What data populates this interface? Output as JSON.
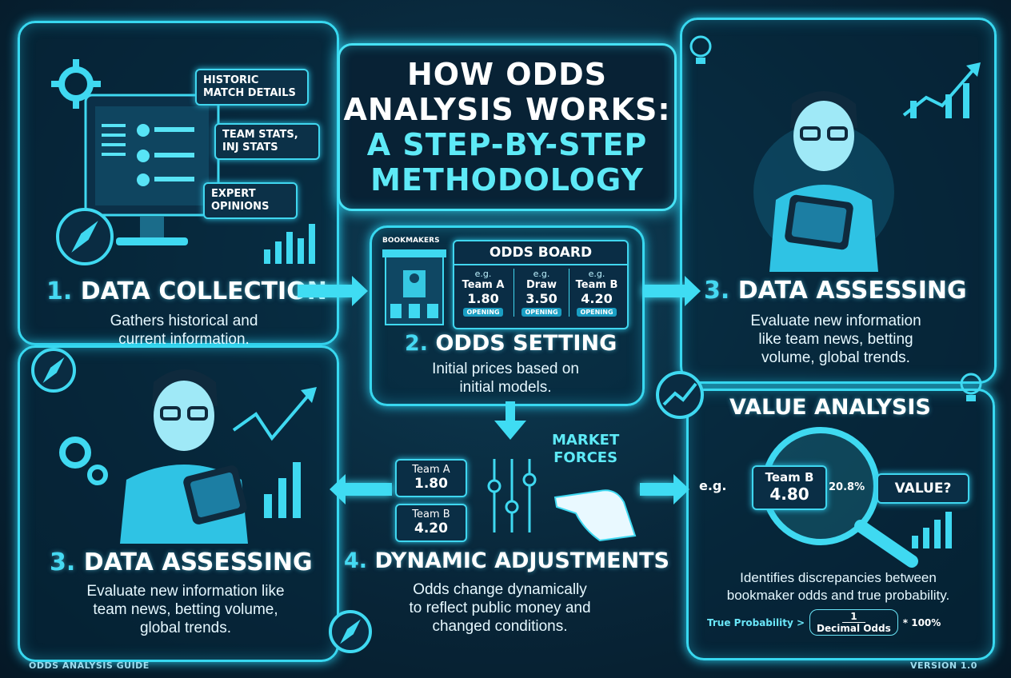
{
  "title": {
    "line1": "HOW ODDS",
    "line2": "ANALYSIS WORKS:",
    "line3": "A STEP-BY-STEP",
    "line4": "METHODOLOGY"
  },
  "step1": {
    "num": "1.",
    "heading": "DATA COLLECTION",
    "desc1": "Gathers historical and",
    "desc2": "current information.",
    "bubbles": [
      "HISTORIC MATCH DETAILS",
      "TEAM STATS, INJ STATS",
      "EXPERT OPINIONS"
    ]
  },
  "step2": {
    "num": "2.",
    "heading": "ODDS SETTING",
    "desc1": "Initial prices based on",
    "desc2": "initial models.",
    "board_label": "BOOKMAKERS",
    "board_title": "ODDS BOARD",
    "cells": [
      {
        "eg": "e.g.",
        "team": "Team A",
        "value": "1.80",
        "tag": "OPENING"
      },
      {
        "eg": "e.g.",
        "team": "Draw",
        "value": "3.50",
        "tag": "OPENING"
      },
      {
        "eg": "e.g.",
        "team": "Team B",
        "value": "4.20",
        "tag": "OPENING"
      }
    ]
  },
  "step3_right": {
    "num": "3.",
    "heading": "DATA ASSESSING",
    "desc1": "Evaluate new information",
    "desc2": "like team news, betting",
    "desc3": "volume, global trends."
  },
  "step3_left": {
    "num": "3.",
    "heading": "DATA ASSESSING",
    "desc1": "Evaluate new information like",
    "desc2": "team news, betting volume,",
    "desc3": "global trends."
  },
  "step4": {
    "num": "4.",
    "heading": "DYNAMIC ADJUSTMENTS",
    "desc1": "Odds change dynamically",
    "desc2": "to reflect public money and",
    "desc3": "changed conditions.",
    "market_forces1": "MARKET",
    "market_forces2": "FORCES",
    "chips": [
      {
        "team": "Team A",
        "value": "1.80"
      },
      {
        "team": "Team B",
        "value": "4.20"
      }
    ]
  },
  "value": {
    "heading": "VALUE ANALYSIS",
    "eg": "e.g.",
    "team": "Team B",
    "odds": "4.80",
    "pct": "20.8%",
    "question": "VALUE?",
    "desc1": "Identifies discrepancies between",
    "desc2": "bookmaker odds and true probability.",
    "formula_left": "True Probability >",
    "formula_num": "1",
    "formula_den": "Decimal Odds",
    "formula_right": "* 100%"
  },
  "footer": {
    "left": "ODDS ANALYSIS GUIDE",
    "right": "VERSION 1.0"
  },
  "colors": {
    "accent": "#3fdcf3",
    "bg": "#082639",
    "title_cyan": "#5eeaf7"
  }
}
